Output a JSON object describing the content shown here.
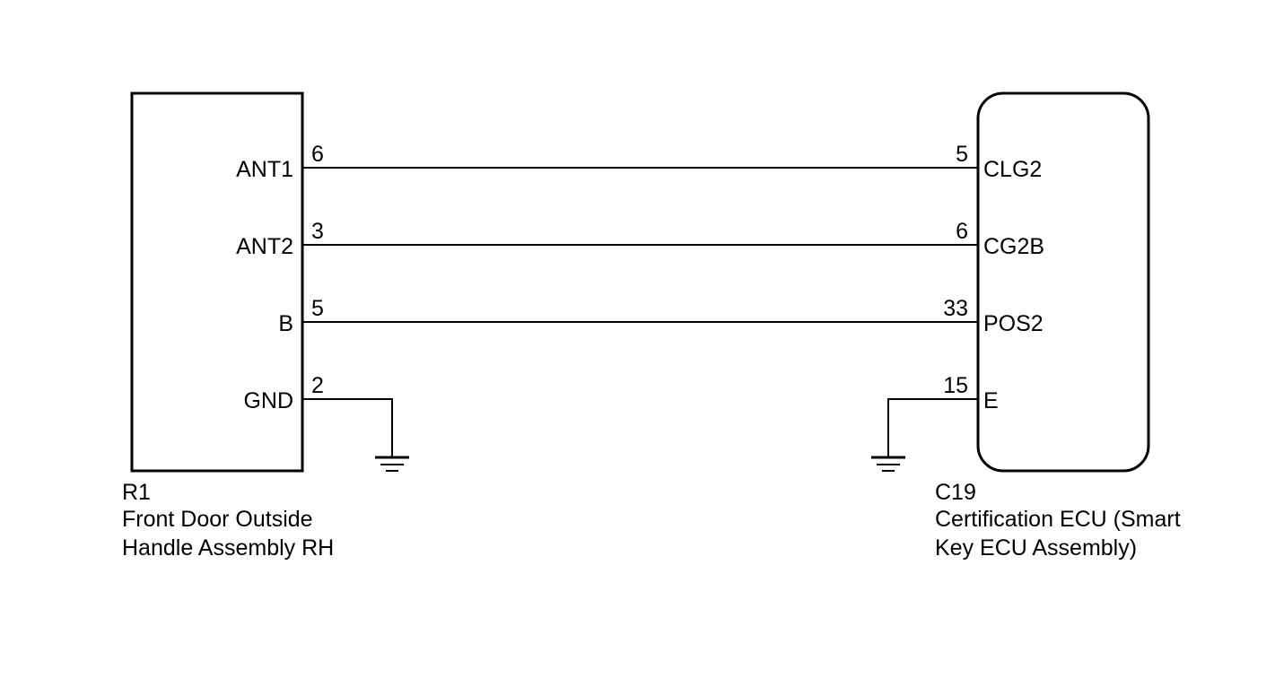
{
  "left_component": {
    "code": "R1",
    "name_line1": "Front Door Outside",
    "name_line2": "Handle Assembly RH",
    "pins": [
      {
        "label": "ANT1",
        "number": "6"
      },
      {
        "label": "ANT2",
        "number": "3"
      },
      {
        "label": "B",
        "number": "5"
      },
      {
        "label": "GND",
        "number": "2"
      }
    ]
  },
  "right_component": {
    "code": "C19",
    "name_line1": "Certification ECU (Smart",
    "name_line2": "Key ECU Assembly)",
    "pins": [
      {
        "label": "CLG2",
        "number": "5"
      },
      {
        "label": "CG2B",
        "number": "6"
      },
      {
        "label": "POS2",
        "number": "33"
      },
      {
        "label": "E",
        "number": "15"
      }
    ]
  },
  "connections": [
    {
      "from": "ANT1",
      "to": "CLG2"
    },
    {
      "from": "ANT2",
      "to": "CG2B"
    },
    {
      "from": "B",
      "to": "POS2"
    }
  ],
  "grounds": [
    "GND",
    "E"
  ],
  "colors": {
    "line": "#000000",
    "background": "#ffffff"
  }
}
